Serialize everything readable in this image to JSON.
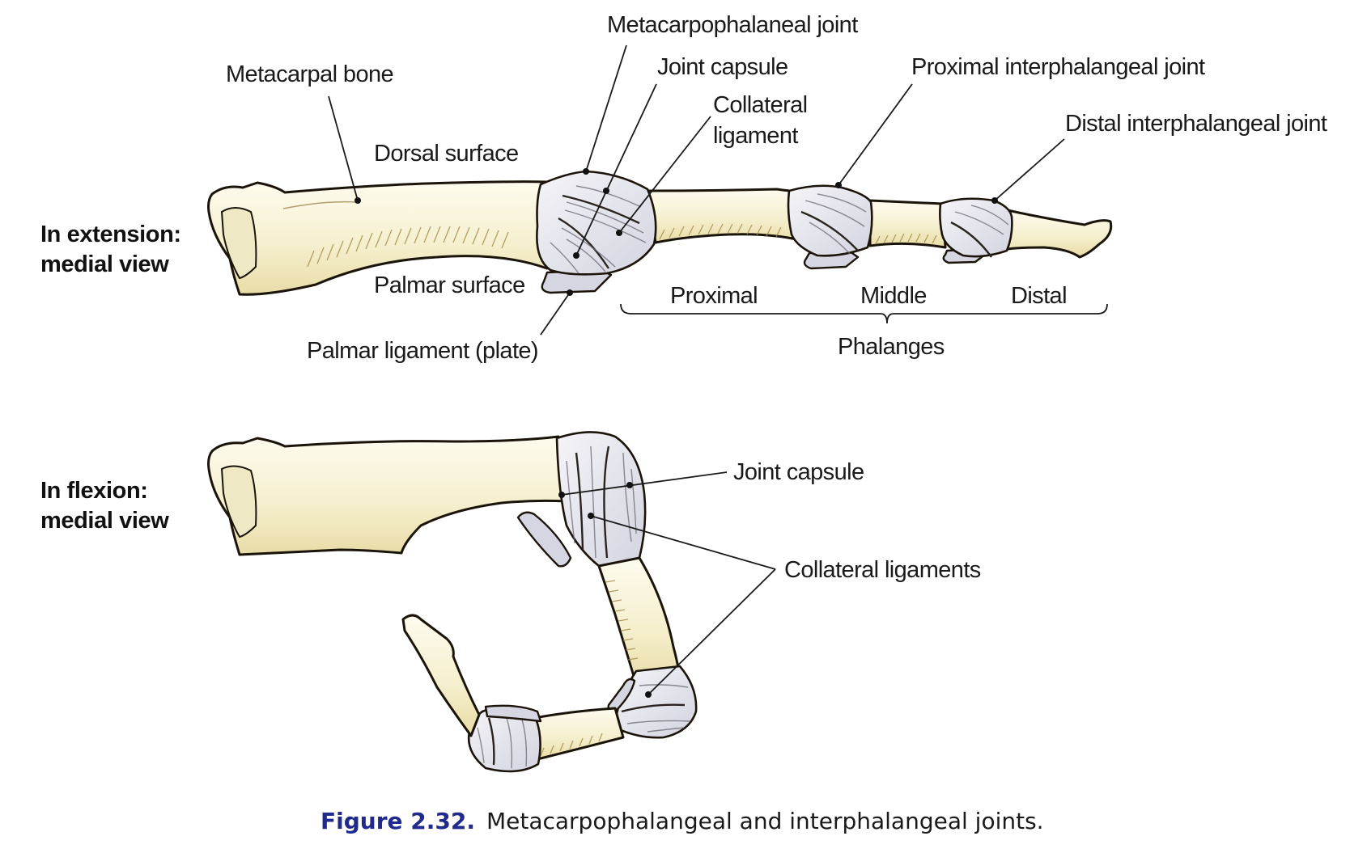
{
  "figure": {
    "number": "Figure 2.32.",
    "caption": "Metacarpophalangeal and interphalangeal joints.",
    "caption_number_color": "#1f2a8c"
  },
  "extension": {
    "view_label_line1": "In extension:",
    "view_label_line2": "medial view",
    "labels": {
      "metacarpal_bone": "Metacarpal bone",
      "dorsal_surface": "Dorsal surface",
      "palmar_surface": "Palmar surface",
      "palmar_ligament": "Palmar ligament (plate)",
      "mcp_joint": "Metacarpophalaneal joint",
      "joint_capsule": "Joint capsule",
      "collateral_line1": "Collateral",
      "collateral_line2": "ligament",
      "pip_joint": "Proximal interphalangeal joint",
      "dip_joint": "Distal interphalangeal joint",
      "proximal": "Proximal",
      "middle": "Middle",
      "distal": "Distal",
      "phalanges": "Phalanges"
    }
  },
  "flexion": {
    "view_label_line1": "In flexion:",
    "view_label_line2": "medial view",
    "labels": {
      "joint_capsule": "Joint capsule",
      "collateral_ligaments": "Collateral ligaments"
    }
  },
  "colors": {
    "bone_light": "#fbf8e6",
    "bone_dark": "#efe6b8",
    "ligament": "#e4e4ee",
    "outline": "#1b140a"
  }
}
